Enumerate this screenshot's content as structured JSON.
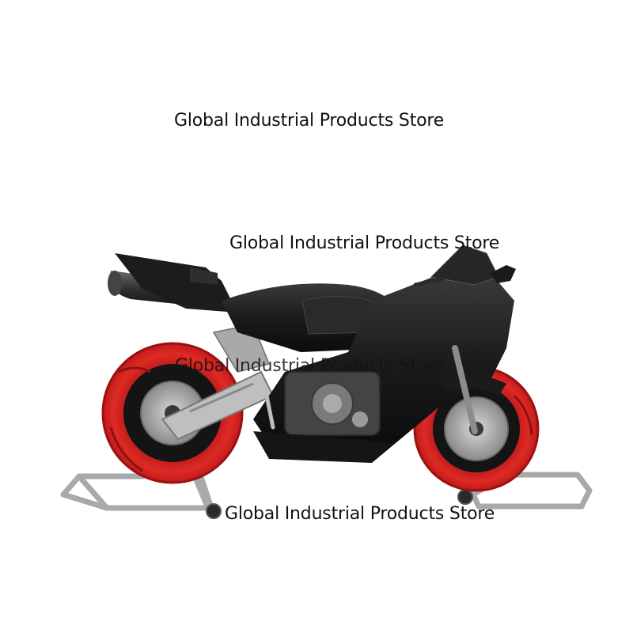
{
  "watermarks": [
    "Global Industrial Products Store",
    "Global Industrial Products Store",
    "Global Industrial Products Store",
    "Global Industrial Products Store"
  ],
  "colors": {
    "background": "#ffffff",
    "bike_body": "#1a1a1a",
    "tire_warmer": "#d9201f",
    "stand": "#a9abad",
    "metal": "#8e8e8e"
  }
}
